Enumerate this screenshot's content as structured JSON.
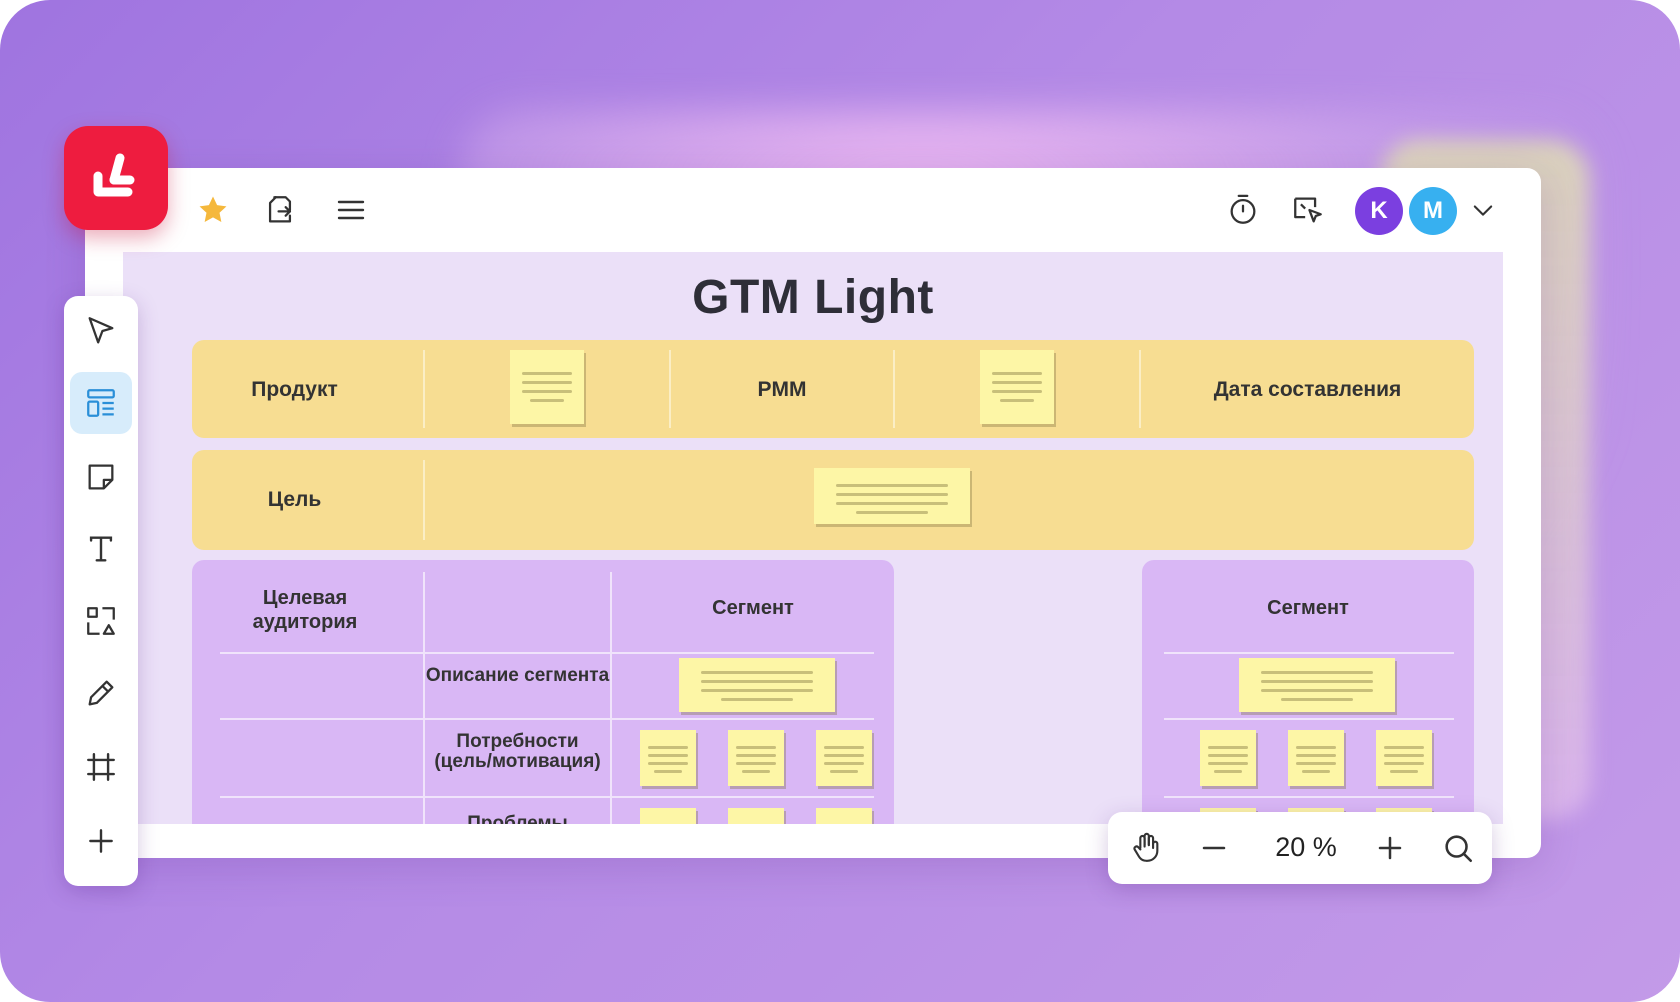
{
  "board": {
    "title": "GTM Light"
  },
  "rows": {
    "product": "Продукт",
    "pmm": "PMM",
    "date": "Дата составления",
    "goal": "Цель"
  },
  "audience": {
    "header": "Целевая аудитория",
    "segment_left": "Сегмент",
    "segment_right": "Сегмент",
    "row_description": "Описание сегмента",
    "row_needs": "Потребности (цель/мотивация)",
    "row_problems": "Проблемы"
  },
  "zoom": {
    "value": "20 %"
  },
  "users": [
    {
      "initial": "K",
      "color": "#7b3fe0"
    },
    {
      "initial": "M",
      "color": "#37b0f0"
    }
  ],
  "colors": {
    "accent": "#ee1c3f",
    "band": "#f7dd92",
    "panel": "#d9b7f5",
    "sticky": "#fdf6a6",
    "canvas": "#ebe0f8"
  },
  "icons": {
    "topbar": [
      "star-icon",
      "export-icon",
      "menu-icon",
      "timer-icon",
      "cursor-share-icon",
      "chevron-down-icon"
    ],
    "tools": [
      "pointer-icon",
      "template-icon",
      "sticky-note-icon",
      "text-icon",
      "shapes-icon",
      "pen-icon",
      "frame-icon",
      "plus-icon"
    ],
    "zoom": [
      "hand-icon",
      "zoom-out-icon",
      "zoom-in-icon",
      "search-icon"
    ]
  }
}
